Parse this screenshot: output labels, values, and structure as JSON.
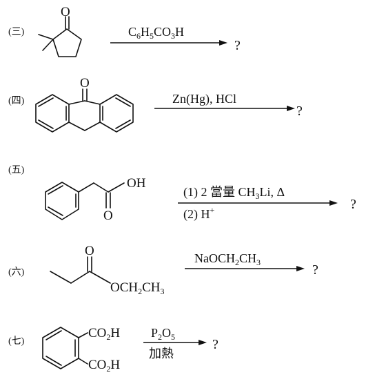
{
  "reactions": [
    {
      "label": "(三)",
      "reagent": "C6H5CO3H",
      "product": "?"
    },
    {
      "label": "(四)",
      "reagent": "Zn(Hg), HCl",
      "product": "?"
    },
    {
      "label": "(五)",
      "reagent_line1": "(1) 2 當量 CH3Li, Δ",
      "reagent_line2": "(2) H+",
      "atom_oh": "OH",
      "atom_o": "O",
      "product": "?"
    },
    {
      "label": "(六)",
      "reagent": "NaOCH2CH3",
      "atom_o": "O",
      "group": "OCH2CH3",
      "product": "?"
    },
    {
      "label": "(七)",
      "reagent_line1": "P2O5",
      "reagent_line2": "加熱",
      "group_top": "CO2H",
      "group_bottom": "CO2H",
      "product": "?"
    }
  ]
}
